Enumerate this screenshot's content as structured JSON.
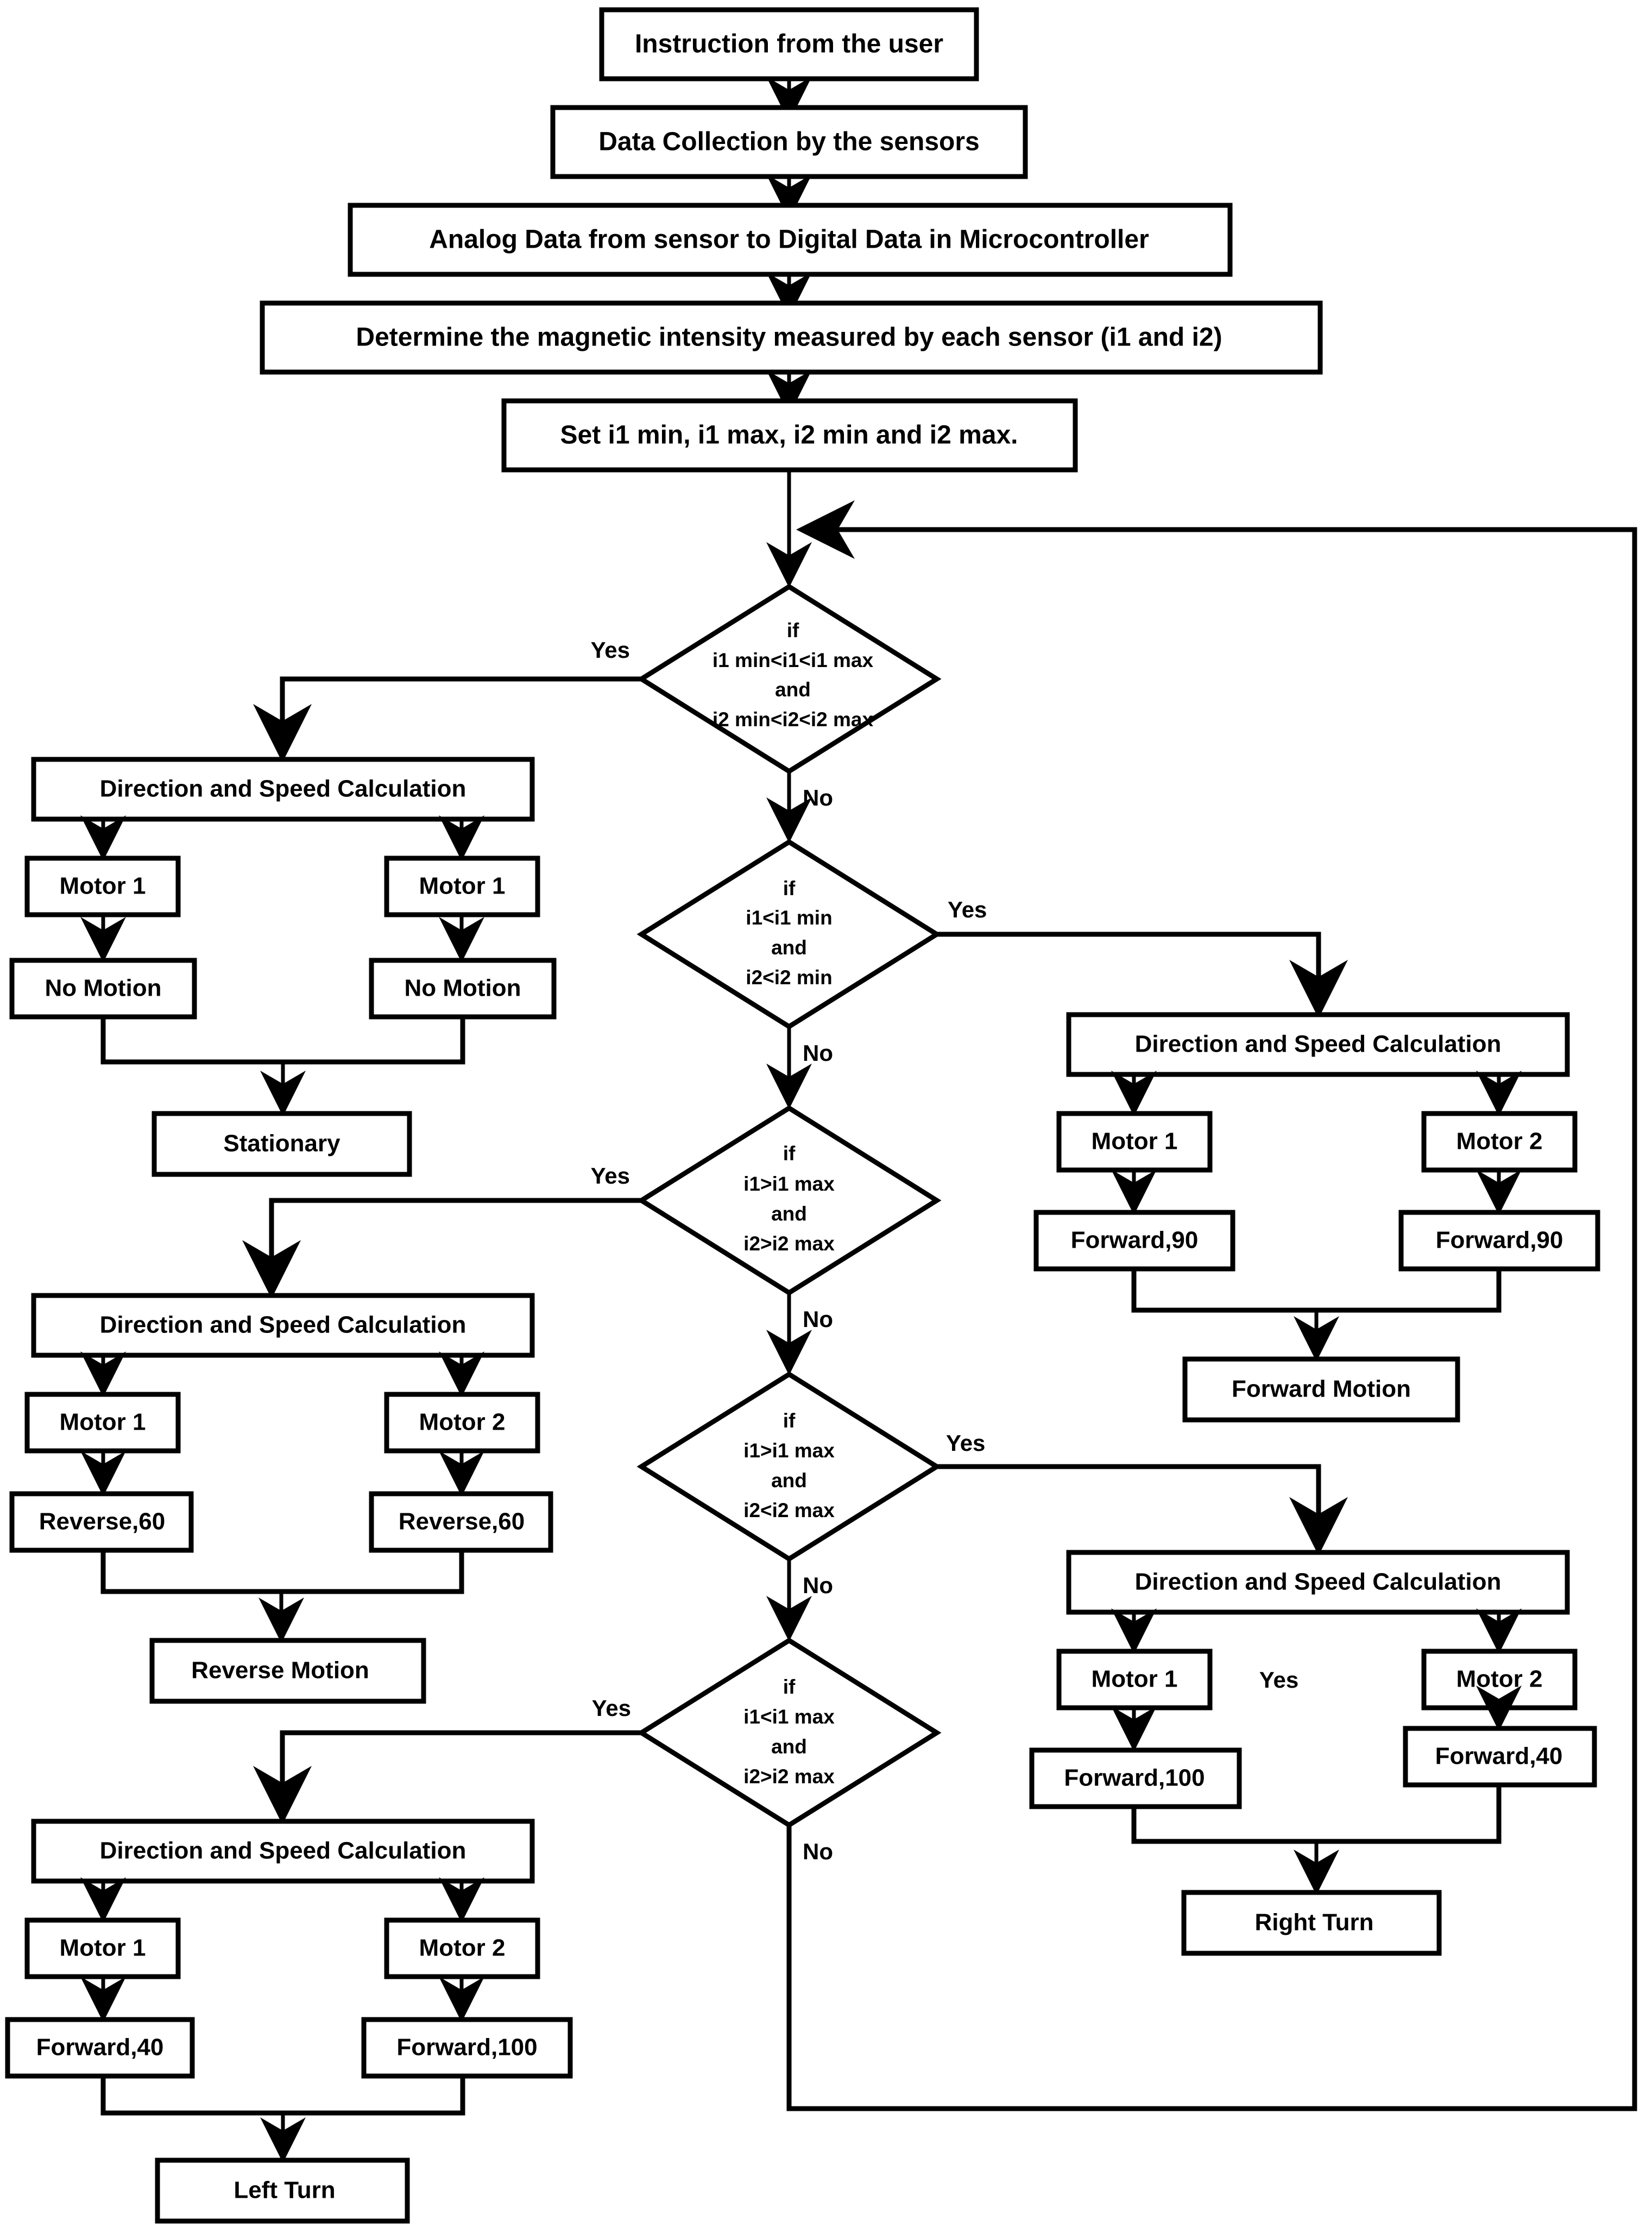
{
  "diagram": {
    "title": "Magnetic sensor navigation control flowchart",
    "type": "flowchart",
    "colors": {
      "stroke": "#000000",
      "fill": "#ffffff",
      "text": "#000000"
    }
  },
  "process": {
    "p1": "Instruction from the user",
    "p2": "Data Collection by the sensors",
    "p3": "Analog Data from sensor to Digital Data in Microcontroller",
    "p4": "Determine the magnetic intensity measured by each sensor (i1 and i2)",
    "p5": "Set i1 min, i1 max, i2 min and i2 max."
  },
  "decisions": {
    "d1": {
      "l1": "if",
      "l2": "i1 min<i1<i1 max",
      "l3": "and",
      "l4": "i2 min<i2<i2 max",
      "yes": "Yes",
      "no": "No"
    },
    "d2": {
      "l1": "if",
      "l2": "i1<i1 min",
      "l3": "and",
      "l4": "i2<i2 min",
      "yes": "Yes",
      "no": "No"
    },
    "d3": {
      "l1": "if",
      "l2": "i1>i1 max",
      "l3": "and",
      "l4": "i2>i2 max",
      "yes": "Yes",
      "no": "No"
    },
    "d4": {
      "l1": "if",
      "l2": "i1>i1 max",
      "l3": "and",
      "l4": "i2<i2 max",
      "yes": "Yes",
      "no": "No"
    },
    "d5": {
      "l1": "if",
      "l2": "i1<i1 max",
      "l3": "and",
      "l4": "i2>i2 max",
      "yes": "Yes",
      "no": "No"
    }
  },
  "branches": {
    "stationary": {
      "calc": "Direction and Speed Calculation",
      "motor_left": "Motor 1",
      "motor_right": "Motor 1",
      "action_left": "No Motion",
      "action_right": "No Motion",
      "result": "Stationary"
    },
    "forward": {
      "calc": "Direction and Speed Calculation",
      "motor_left": "Motor 1",
      "motor_right": "Motor 2",
      "action_left": "Forward,90",
      "action_right": "Forward,90",
      "result": "Forward Motion"
    },
    "reverse": {
      "calc": "Direction and Speed Calculation",
      "motor_left": "Motor 1",
      "motor_right": "Motor 2",
      "action_left": "Reverse,60",
      "action_right": "Reverse,60",
      "result": "Reverse Motion"
    },
    "right_turn": {
      "calc": "Direction and Speed Calculation",
      "motor_left": "Motor 1",
      "motor_right": "Motor 2",
      "action_left": "Forward,100",
      "action_right": "Forward,40",
      "result": "Right Turn",
      "stray_label": "Yes"
    },
    "left_turn": {
      "calc": "Direction and Speed Calculation",
      "motor_left": "Motor 1",
      "motor_right": "Motor 2",
      "action_left": "Forward,40",
      "action_right": "Forward,100",
      "result": "Left Turn"
    }
  }
}
